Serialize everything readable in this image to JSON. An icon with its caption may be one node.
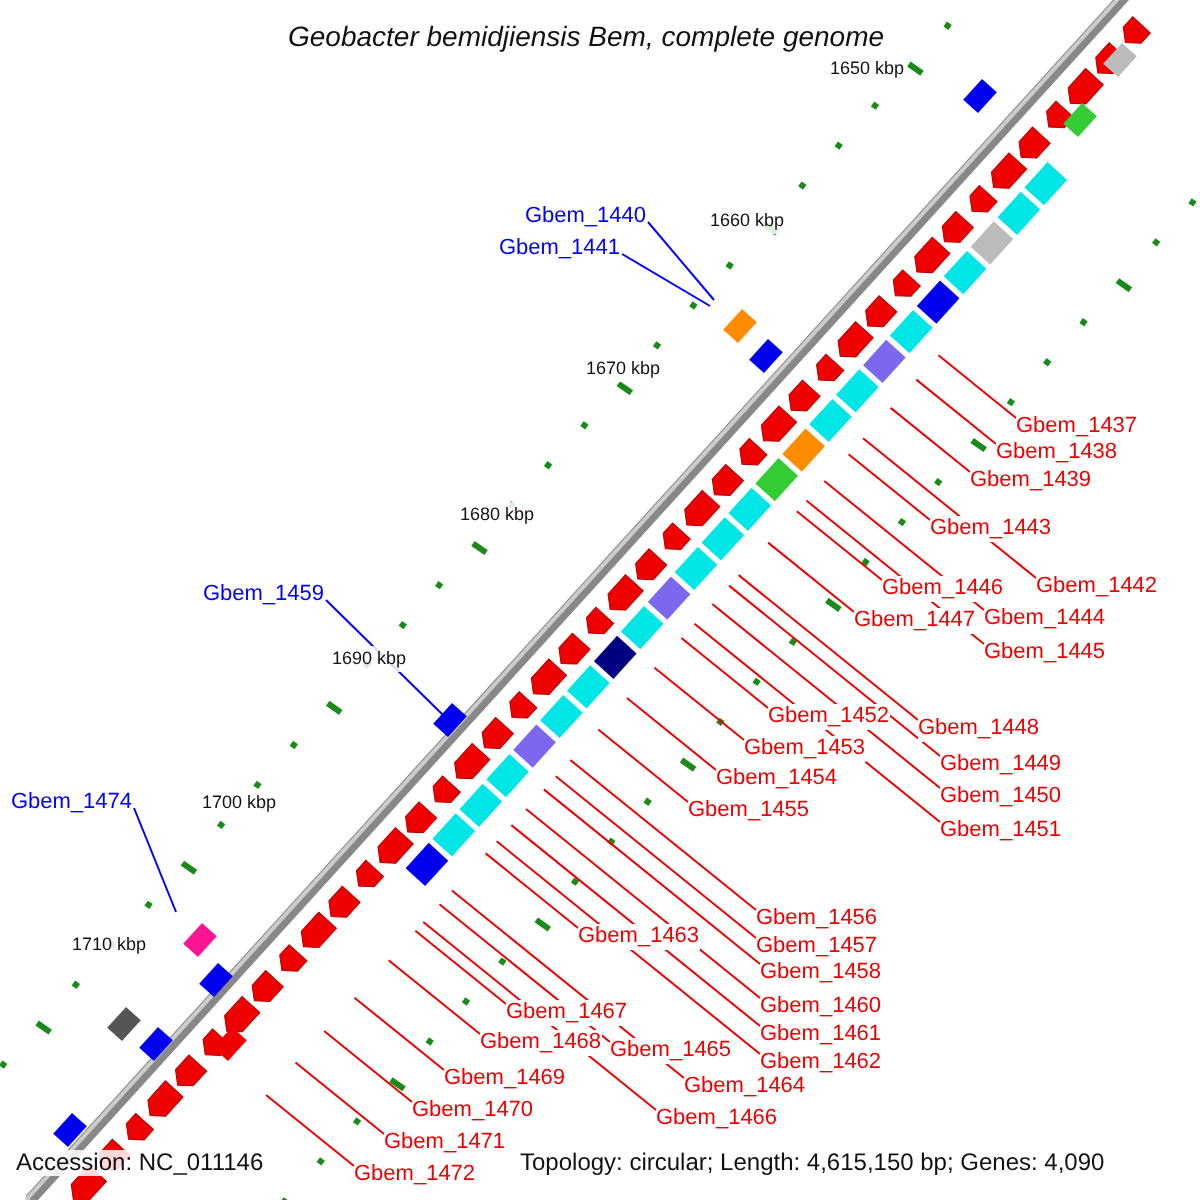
{
  "diagram": {
    "title": "Geobacter bemidjiensis Bem, complete genome",
    "nodes": [
      {
        "text": [
          "Gbem_1440"
        ]
      },
      {
        "text": [
          "Gbem_1441"
        ]
      },
      {
        "text": [
          "Gbem_1437"
        ]
      },
      {
        "text": [
          "Gbem_1438"
        ]
      },
      {
        "text": [
          "Gbem_1439"
        ]
      },
      {
        "text": [
          "Gbem_1443"
        ]
      },
      {
        "text": [
          "Gbem_1442"
        ]
      },
      {
        "text": [
          "Gbem_1446"
        ]
      },
      {
        "text": [
          "Gbem_1444"
        ]
      },
      {
        "text": [
          "Gbem_1447"
        ]
      },
      {
        "text": [
          "Gbem_1445"
        ]
      },
      {
        "text": [
          "Gbem_1459"
        ]
      },
      {
        "text": [
          "Gbem_1452"
        ]
      },
      {
        "text": [
          "Gbem_1448"
        ]
      },
      {
        "text": [
          "Gbem_1453"
        ]
      },
      {
        "text": [
          "Gbem_1449"
        ]
      },
      {
        "text": [
          "Gbem_1454"
        ]
      },
      {
        "text": [
          "Gbem_1450"
        ]
      },
      {
        "text": [
          "Gbem_1455"
        ]
      },
      {
        "text": [
          "Gbem_1451"
        ]
      },
      {
        "text": [
          "Gbem_1474"
        ]
      },
      {
        "text": [
          "Gbem_1456"
        ]
      },
      {
        "text": [
          "Gbem_1457"
        ]
      },
      {
        "text": [
          "Gbem_1463"
        ]
      },
      {
        "text": [
          "Gbem_1458"
        ]
      },
      {
        "text": [
          "Gbem_1460"
        ]
      },
      {
        "text": [
          "Gbem_1467"
        ]
      },
      {
        "text": [
          "Gbem_1461"
        ]
      },
      {
        "text": [
          "Gbem_1468"
        ]
      },
      {
        "text": [
          "Gbem_1465"
        ]
      },
      {
        "text": [
          "Gbem_1462"
        ]
      },
      {
        "text": [
          "Gbem_1469"
        ]
      },
      {
        "text": [
          "Gbem_1464"
        ]
      },
      {
        "text": [
          "Gbem_1470"
        ]
      },
      {
        "text": [
          "Gbem_1466"
        ]
      },
      {
        "text": [
          "Gbem_1471"
        ]
      },
      {
        "text": [
          "Gbem_1472"
        ]
      }
    ],
    "edges": [
      {
        "from": 0,
        "to": null,
        "arrow": "none",
        "color": "#0000ff"
      },
      {
        "from": 1,
        "to": null,
        "arrow": "none",
        "color": "#0000ff"
      },
      {
        "from": 2,
        "to": null,
        "arrow": "none"
      },
      {
        "from": 3,
        "to": null,
        "arrow": "none"
      },
      {
        "from": 4,
        "to": null,
        "arrow": "none"
      },
      {
        "from": 5,
        "to": null,
        "arrow": "none"
      },
      {
        "from": 6,
        "to": null,
        "arrow": "none"
      },
      {
        "from": 7,
        "to": null,
        "arrow": "none"
      },
      {
        "from": 8,
        "to": null,
        "arrow": "none"
      },
      {
        "from": 9,
        "to": null,
        "arrow": "none"
      },
      {
        "from": 10,
        "to": null,
        "arrow": "none"
      },
      {
        "from": 11,
        "to": null,
        "arrow": "none",
        "color": "#0000ff"
      },
      {
        "from": 12,
        "to": null,
        "arrow": "none"
      },
      {
        "from": 13,
        "to": null,
        "arrow": "none"
      },
      {
        "from": 14,
        "to": null,
        "arrow": "none"
      },
      {
        "from": 15,
        "to": null,
        "arrow": "none"
      },
      {
        "from": 16,
        "to": null,
        "arrow": "none"
      },
      {
        "from": 17,
        "to": null,
        "arrow": "none"
      },
      {
        "from": 18,
        "to": null,
        "arrow": "none"
      },
      {
        "from": 19,
        "to": null,
        "arrow": "none"
      },
      {
        "from": 20,
        "to": null,
        "arrow": "none",
        "color": "#0000ff"
      },
      {
        "from": 21,
        "to": null,
        "arrow": "none"
      },
      {
        "from": 22,
        "to": null,
        "arrow": "none"
      },
      {
        "from": 23,
        "to": null,
        "arrow": "none"
      },
      {
        "from": 24,
        "to": null,
        "arrow": "none"
      },
      {
        "from": 25,
        "to": null,
        "arrow": "none"
      },
      {
        "from": 26,
        "to": null,
        "arrow": "none"
      },
      {
        "from": 27,
        "to": null,
        "arrow": "none"
      },
      {
        "from": 28,
        "to": null,
        "arrow": "none"
      },
      {
        "from": 29,
        "to": null,
        "arrow": "none"
      },
      {
        "from": 30,
        "to": null,
        "arrow": "none"
      },
      {
        "from": 31,
        "to": null,
        "arrow": "none"
      },
      {
        "from": 32,
        "to": null,
        "arrow": "none"
      },
      {
        "from": 33,
        "to": null,
        "arrow": "none"
      },
      {
        "from": 34,
        "to": null,
        "arrow": "none"
      },
      {
        "from": 35,
        "to": null,
        "arrow": "none"
      },
      {
        "from": 36,
        "to": null,
        "arrow": "none"
      }
    ],
    "labels": [
      "1650 kbp",
      "1660 kbp",
      "1670 kbp",
      "1680 kbp",
      "1690 kbp",
      "1700 kbp",
      "1710 kbp",
      "Accession: NC_011146",
      "Topology: circular; Length: 4,615,150 bp; Genes: 4,090"
    ]
  }
}
